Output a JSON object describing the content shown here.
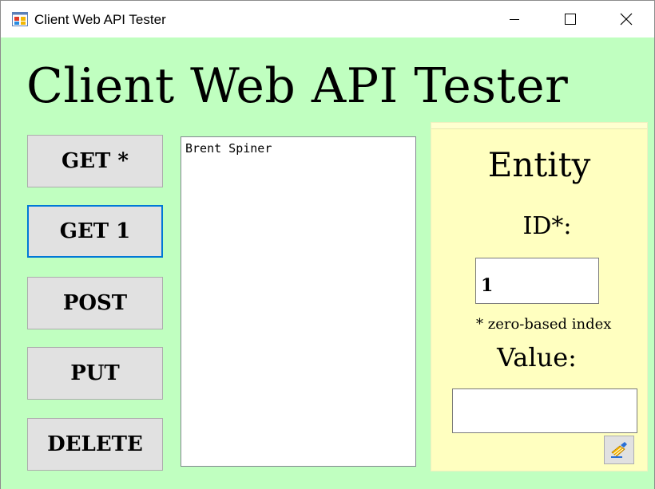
{
  "window": {
    "title": "Client Web API Tester",
    "icon": "app-window-icon",
    "controls": [
      "minimize-icon",
      "maximize-icon",
      "close-icon"
    ]
  },
  "heading": "Client Web API Tester",
  "buttons": {
    "get_all": "GET *",
    "get_one": "GET 1",
    "post": "POST",
    "put": "PUT",
    "delete": "DELETE"
  },
  "output": {
    "items": [
      "Brent Spiner"
    ]
  },
  "entity": {
    "title": "Entity",
    "id_label": "ID*:",
    "id_value": "1",
    "hint": "* zero-based index",
    "value_label": "Value:",
    "value_value": "",
    "tool_icon": "clear-brush-icon"
  },
  "colors": {
    "background": "#c0ffc0",
    "panel": "#ffffc0",
    "button": "#e1e1e1",
    "focus": "#0078d7"
  }
}
